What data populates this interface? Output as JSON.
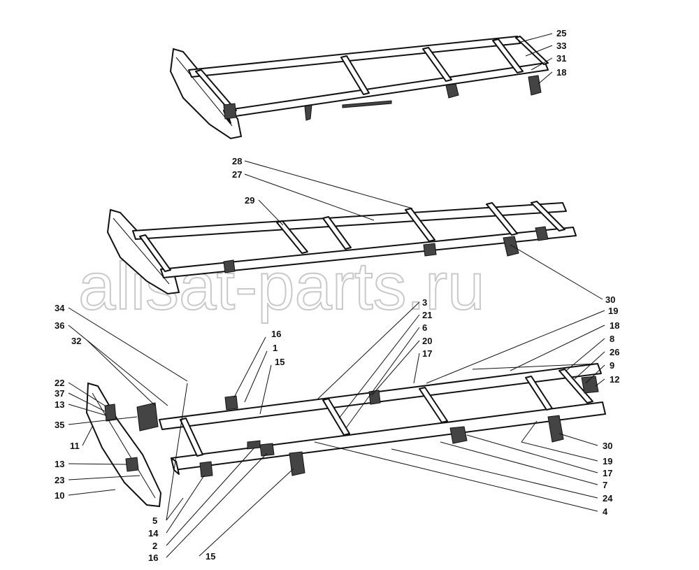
{
  "watermark": "alisat-parts.ru",
  "callouts": {
    "n1": "1",
    "n2": "2",
    "n3": "3",
    "n4": "4",
    "n5": "5",
    "n6": "6",
    "n7": "7",
    "n8": "8",
    "n9": "9",
    "n10": "10",
    "n11": "11",
    "n12": "12",
    "n13a": "13",
    "n13b": "13",
    "n14": "14",
    "n15a": "15",
    "n15b": "15",
    "n16a": "16",
    "n16b": "16",
    "n17a": "17",
    "n17b": "17",
    "n18a": "18",
    "n18b": "18",
    "n19a": "19",
    "n19b": "19",
    "n20": "20",
    "n21": "21",
    "n22": "22",
    "n23": "23",
    "n24": "24",
    "n25": "25",
    "n26": "26",
    "n27": "27",
    "n28": "28",
    "n29": "29",
    "n30a": "30",
    "n30b": "30",
    "n31": "31",
    "n32": "32",
    "n33": "33",
    "n34": "34",
    "n35": "35",
    "n36": "36",
    "n37": "37"
  }
}
